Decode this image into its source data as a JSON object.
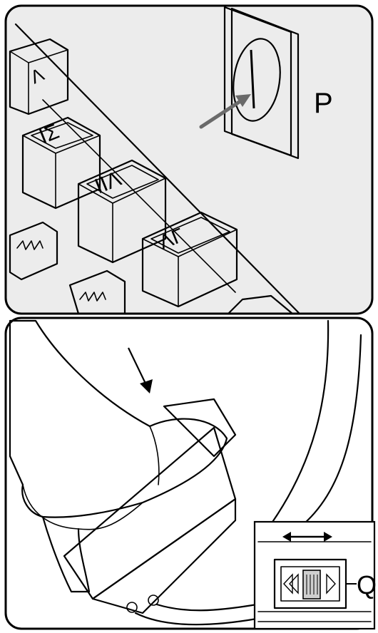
{
  "panels": {
    "top": {
      "label": "P",
      "background": "#ececec"
    },
    "bottom": {
      "label": "Q",
      "background": "#ffffff"
    }
  },
  "key_glyphs": [
    "Λ",
    "ΙΣ",
    "ΙΙΛ",
    "ΛΓ"
  ],
  "icons": [
    "arrow-right-up-icon",
    "arrow-down-icon",
    "double-arrow-icon",
    "rewind-icon",
    "play-icon"
  ],
  "colors": {
    "outline": "#000000",
    "panel_gray": "#ececec",
    "switch_gray": "#d9d9d9",
    "arrow": "#6a6a6a"
  }
}
